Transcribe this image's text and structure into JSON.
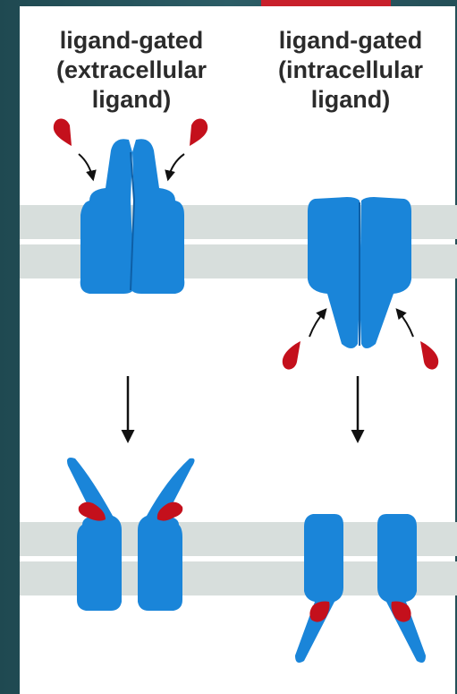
{
  "titles": {
    "extracellular": [
      "ligand-gated",
      "(extracellular",
      "ligand)"
    ],
    "intracellular": [
      "ligand-gated",
      "(intracellular",
      "ligand)"
    ]
  },
  "colors": {
    "background": "#2a5560",
    "accent_bar": "#c8202b",
    "membrane": "#d7dedc",
    "channel_protein": "#1a85d9",
    "ligand": "#c4101c",
    "arrow": "#111111"
  },
  "diagram": {
    "membranes": 4,
    "panels": [
      "extracellular-closed",
      "intracellular-closed",
      "extracellular-open",
      "intracellular-open"
    ]
  }
}
